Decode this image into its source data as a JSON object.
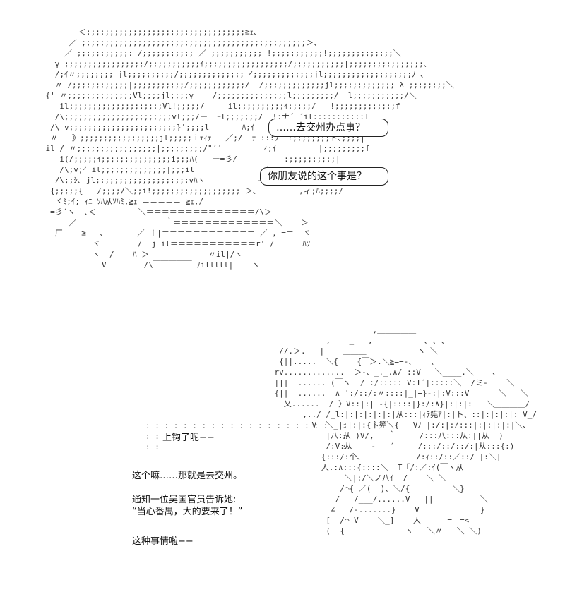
{
  "speech": {
    "bubble1": "……去交州办点事？",
    "bubble2": "你朋友说的这个事是？",
    "hooked": "上钩了呢−−",
    "line1": "这个嘛……那就是去交州。",
    "line2": "通知一位吴国官员告诉她:",
    "line3": "“当心番禺，大的要来了！”",
    "line4": "这种事情啦−−"
  }
}
